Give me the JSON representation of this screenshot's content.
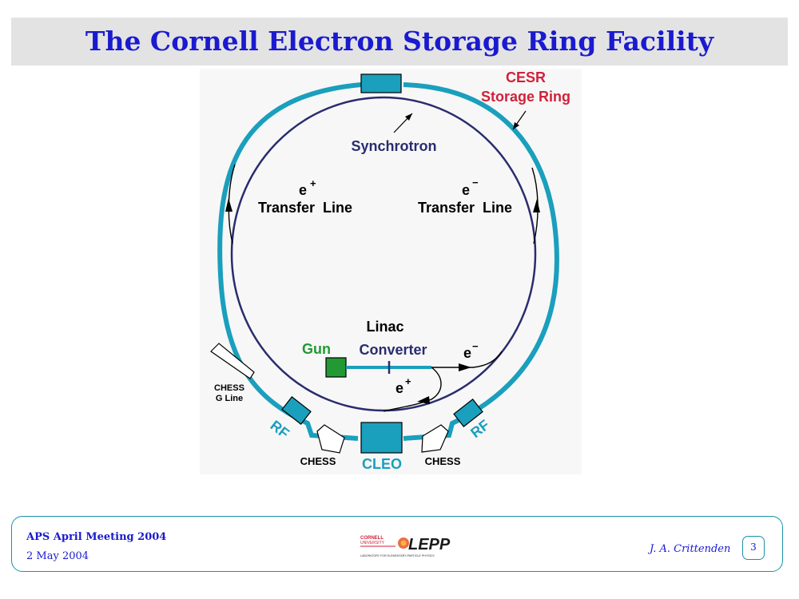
{
  "title": "The Cornell Electron Storage Ring Facility",
  "diagram": {
    "cesr_label_1": "CESR",
    "cesr_label_2": "Storage Ring",
    "synchrotron": "Synchrotron",
    "eplus_charge": "e",
    "eplus_sup": "+",
    "eminus_charge": "e",
    "eminus_sup": "−",
    "transfer_line": "Transfer  Line",
    "linac": "Linac",
    "gun": "Gun",
    "converter": "Converter",
    "chess": "CHESS",
    "chess_g_1": "CHESS",
    "chess_g_2": "G Line",
    "rf": "RF",
    "cleo": "CLEO"
  },
  "colors": {
    "title_blue": "#1a1ad0",
    "ring_teal": "#1a9fbd",
    "synchrotron_navy": "#2a2c6e",
    "label_red": "#d0223a",
    "gun_green": "#229933",
    "block_teal": "#1a9fbd"
  },
  "footer": {
    "conference": "APS April Meeting 2004",
    "date": "2 May 2004",
    "author": "J. A. Crittenden",
    "page": "3",
    "logo_top": "CORNELL",
    "logo_mid": "UNIVERSITY",
    "logo_main": "LEPP",
    "logo_sub": "LABORATORY FOR ELEMENTARY-PARTICLE PHYSICS"
  }
}
